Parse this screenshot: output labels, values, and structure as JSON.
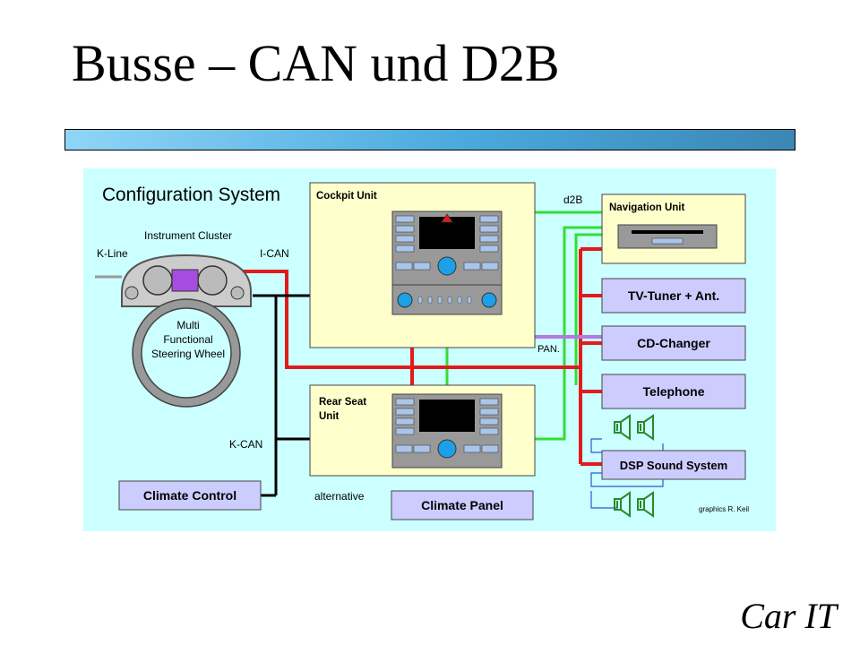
{
  "slide": {
    "title": "Busse – CAN und D2B",
    "footer": "Car IT"
  },
  "diagram": {
    "heading": "Configuration System",
    "labels": {
      "instrument_cluster": "Instrument Cluster",
      "k_line": "K-Line",
      "i_can": "I-CAN",
      "k_can": "K-CAN",
      "d2b": "d2B",
      "pan": "PAN.",
      "alternative": "alternative",
      "credit": "graphics R. Keil"
    },
    "steering_wheel": [
      "Multi",
      "Functional",
      "Steering Wheel"
    ],
    "units": {
      "cockpit": "Cockpit Unit",
      "rear_seat": [
        "Rear Seat",
        "Unit"
      ],
      "navigation": "Navigation Unit"
    },
    "devices": {
      "tv_tuner": "TV-Tuner + Ant.",
      "cd_changer": "CD-Changer",
      "telephone": "Telephone",
      "dsp": "DSP Sound System",
      "climate_control": "Climate Control",
      "climate_panel": "Climate Panel"
    },
    "colors": {
      "background": "#ccffff",
      "unit_fill": "#ffffcc",
      "device_fill": "#ccccff",
      "can_bus": "#e11b1b",
      "d2b_bus": "#33dd33",
      "k_can_bus": "#000000",
      "pan_bus": "#b27be0",
      "speaker": "#2a8a2a"
    }
  }
}
